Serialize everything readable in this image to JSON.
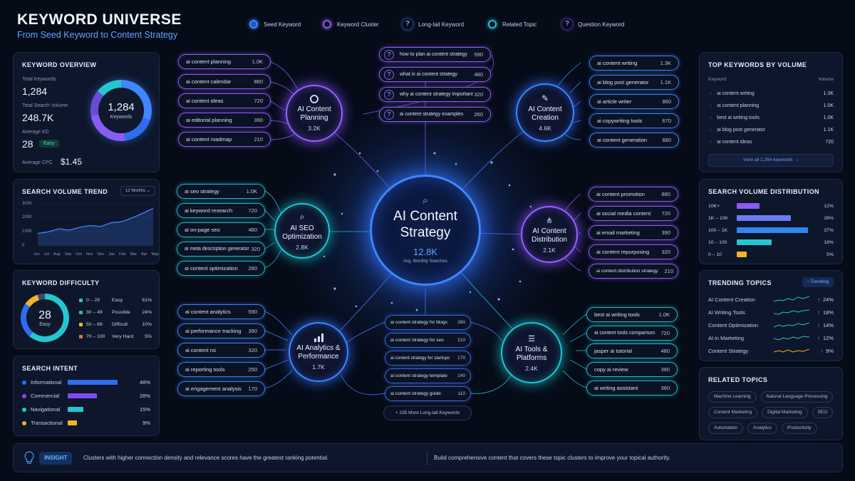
{
  "header": {
    "title": "KEYWORD UNIVERSE",
    "subtitle": "From Seed Keyword to Content Strategy",
    "legend": [
      {
        "label": "Seed Keyword",
        "icon": "seed-dot-icon",
        "color": "#3f86ff"
      },
      {
        "label": "Keyword Cluster",
        "icon": "cluster-dot-icon",
        "color": "#8a5cf5"
      },
      {
        "label": "Long-tail Keyword",
        "icon": "question-icon",
        "color": "#3f86ff"
      },
      {
        "label": "Related Topic",
        "icon": "topic-dot-icon",
        "color": "#22c6d0"
      },
      {
        "label": "Question Keyword",
        "icon": "question-icon",
        "color": "#8a5cf5"
      }
    ]
  },
  "overview": {
    "title": "KEYWORD OVERVIEW",
    "total_keywords_label": "Total Keywords",
    "total_keywords": "1,284",
    "total_volume_label": "Total Search Volume",
    "total_volume": "248.7K",
    "avg_kd_label": "Average KD",
    "avg_kd": "28",
    "avg_kd_badge": "Easy",
    "avg_cpc_label": "Average CPC",
    "avg_cpc": "$1.45",
    "donut_value": "1,284",
    "donut_label": "Keywords"
  },
  "trend": {
    "title": "SEARCH VOLUME TREND",
    "range": "12 Months",
    "yticks": [
      "300K",
      "200K",
      "100K",
      "0"
    ],
    "months": [
      "Jun",
      "Jul",
      "Aug",
      "Sep",
      "Oct",
      "Nov",
      "Dec",
      "Jan",
      "Feb",
      "Mar",
      "Apr",
      "May"
    ],
    "values": [
      88,
      100,
      122,
      112,
      132,
      145,
      138,
      165,
      172,
      200,
      232,
      268
    ]
  },
  "difficulty": {
    "title": "KEYWORD DIFFICULTY",
    "value": "28",
    "label": "Easy",
    "rows": [
      {
        "range": "0 – 29",
        "label": "Easy",
        "pct": "61%",
        "color": "#22c6d0"
      },
      {
        "range": "30 – 49",
        "label": "Possible",
        "pct": "24%",
        "color": "#2fbf7f"
      },
      {
        "range": "50 – 69",
        "label": "Difficult",
        "pct": "10%",
        "color": "#f0b429"
      },
      {
        "range": "70 – 100",
        "label": "Very Hard",
        "pct": "5%",
        "color": "#ef6a5a"
      }
    ]
  },
  "intent": {
    "title": "SEARCH INTENT",
    "rows": [
      {
        "label": "Informational",
        "pct": "48%",
        "value": 48,
        "color": "#2f6cf0"
      },
      {
        "label": "Commercial",
        "pct": "28%",
        "value": 28,
        "color": "#7e4cf0"
      },
      {
        "label": "Navigational",
        "pct": "15%",
        "value": 15,
        "color": "#22c6d0"
      },
      {
        "label": "Transactional",
        "pct": "9%",
        "value": 9,
        "color": "#f0b429"
      }
    ]
  },
  "center": {
    "name": "AI Content Strategy",
    "value": "12.8K",
    "caption": "Avg. Monthly Searches"
  },
  "clusters": {
    "planning": {
      "name": "AI Content Planning",
      "value": "3.2K",
      "keywords": [
        {
          "k": "ai content planning",
          "v": "1.0K"
        },
        {
          "k": "ai content calendar",
          "v": "880"
        },
        {
          "k": "ai content ideas",
          "v": "720"
        },
        {
          "k": "ai editorial planning",
          "v": "390"
        },
        {
          "k": "ai content roadmap",
          "v": "210"
        }
      ]
    },
    "creation": {
      "name": "AI Content Creation",
      "value": "4.6K",
      "keywords": [
        {
          "k": "ai content writing",
          "v": "1.3K"
        },
        {
          "k": "ai blog post generator",
          "v": "1.1K"
        },
        {
          "k": "ai article writer",
          "v": "860"
        },
        {
          "k": "ai copywriting tools",
          "v": "670"
        },
        {
          "k": "ai content generation",
          "v": "680"
        }
      ]
    },
    "seo": {
      "name": "AI SEO Optimization",
      "value": "2.8K",
      "keywords": [
        {
          "k": "ai seo strategy",
          "v": "1.0K"
        },
        {
          "k": "ai keyword research",
          "v": "720"
        },
        {
          "k": "ai on-page seo",
          "v": "480"
        },
        {
          "k": "ai meta description generator",
          "v": "320"
        },
        {
          "k": "ai content optimization",
          "v": "280"
        }
      ]
    },
    "distribution": {
      "name": "AI Content Distribution",
      "value": "2.1K",
      "keywords": [
        {
          "k": "ai content promotion",
          "v": "880"
        },
        {
          "k": "ai social media content",
          "v": "720"
        },
        {
          "k": "ai email marketing",
          "v": "390"
        },
        {
          "k": "ai content repurposing",
          "v": "320"
        },
        {
          "k": "ai content distribution strategy",
          "v": "210"
        }
      ]
    },
    "analytics": {
      "name": "AI Analytics & Performance",
      "value": "1.7K",
      "keywords": [
        {
          "k": "ai content analytics",
          "v": "590"
        },
        {
          "k": "ai performance tracking",
          "v": "390"
        },
        {
          "k": "ai content roi",
          "v": "320"
        },
        {
          "k": "ai reporting tools",
          "v": "250"
        },
        {
          "k": "ai engagement analysis",
          "v": "170"
        }
      ]
    },
    "tools": {
      "name": "AI Tools & Platforms",
      "value": "2.4K",
      "keywords": [
        {
          "k": "best ai writing tools",
          "v": "1.0K"
        },
        {
          "k": "ai content tools comparison",
          "v": "720"
        },
        {
          "k": "jasper ai tutorial",
          "v": "480"
        },
        {
          "k": "copy ai review",
          "v": "390"
        },
        {
          "k": "ai writing assistant",
          "v": "360"
        }
      ]
    }
  },
  "questions": [
    {
      "k": "how to plan ai content strategy",
      "v": "590"
    },
    {
      "k": "what is ai content strategy",
      "v": "480"
    },
    {
      "k": "why ai content strategy important",
      "v": "320"
    },
    {
      "k": "ai content strategy examples",
      "v": "260"
    }
  ],
  "longtail": [
    {
      "k": "ai content strategy for blogs",
      "v": "260"
    },
    {
      "k": "ai content strategy for seo",
      "v": "210"
    },
    {
      "k": "ai content strategy for startups",
      "v": "170"
    },
    {
      "k": "ai content strategy template",
      "v": "140"
    },
    {
      "k": "ai content strategy guide",
      "v": "110"
    }
  ],
  "more_longtail": "+ 235 More Long-tail Keywords",
  "top_keywords": {
    "title": "TOP KEYWORDS BY VOLUME",
    "col_keyword": "Keyword",
    "col_volume": "Volume",
    "rows": [
      {
        "k": "ai content writing",
        "v": "1.3K"
      },
      {
        "k": "ai content planning",
        "v": "1.0K"
      },
      {
        "k": "best ai writing tools",
        "v": "1.0K"
      },
      {
        "k": "ai blog post generator",
        "v": "1.1K"
      },
      {
        "k": "ai content ideas",
        "v": "720"
      }
    ],
    "view_all": "View all 1,264 keywords →"
  },
  "distribution": {
    "title": "SEARCH VOLUME DISTRIBUTION",
    "rows": [
      {
        "label": "10K+",
        "pct": "12%",
        "value": 12,
        "color": "#8a5cf5"
      },
      {
        "label": "1K – 10K",
        "pct": "28%",
        "value": 28,
        "color": "#6b7df5"
      },
      {
        "label": "100 – 1K",
        "pct": "37%",
        "value": 37,
        "color": "#2f86f0"
      },
      {
        "label": "10 – 100",
        "pct": "18%",
        "value": 18,
        "color": "#22c6d0"
      },
      {
        "label": "0 – 10",
        "pct": "5%",
        "value": 5,
        "color": "#f0b429"
      }
    ]
  },
  "trending": {
    "title": "TRENDING TOPICS",
    "badge": "Trending",
    "rows": [
      {
        "label": "AI Content Creation",
        "pct": "24%",
        "color": "#22c6d0"
      },
      {
        "label": "AI Writing Tools",
        "pct": "18%",
        "color": "#22c6d0"
      },
      {
        "label": "Content Optimization",
        "pct": "14%",
        "color": "#22c6d0"
      },
      {
        "label": "AI in Marketing",
        "pct": "12%",
        "color": "#22c6d0"
      },
      {
        "label": "Content Strategy",
        "pct": "9%",
        "color": "#f0b429"
      }
    ]
  },
  "related": {
    "title": "RELATED TOPICS",
    "tags": [
      "Machine Learning",
      "Natural Language Processing",
      "Content Marketing",
      "Digital Marketing",
      "SEO",
      "Automation",
      "Analytics",
      "Productivity"
    ]
  },
  "insight": {
    "label": "INSIGHT",
    "text1": "Clusters with higher connection density and relevance scores have the greatest ranking potential.",
    "text2": "Build comprehensive content that covers these topic clusters to improve your topical authority."
  }
}
